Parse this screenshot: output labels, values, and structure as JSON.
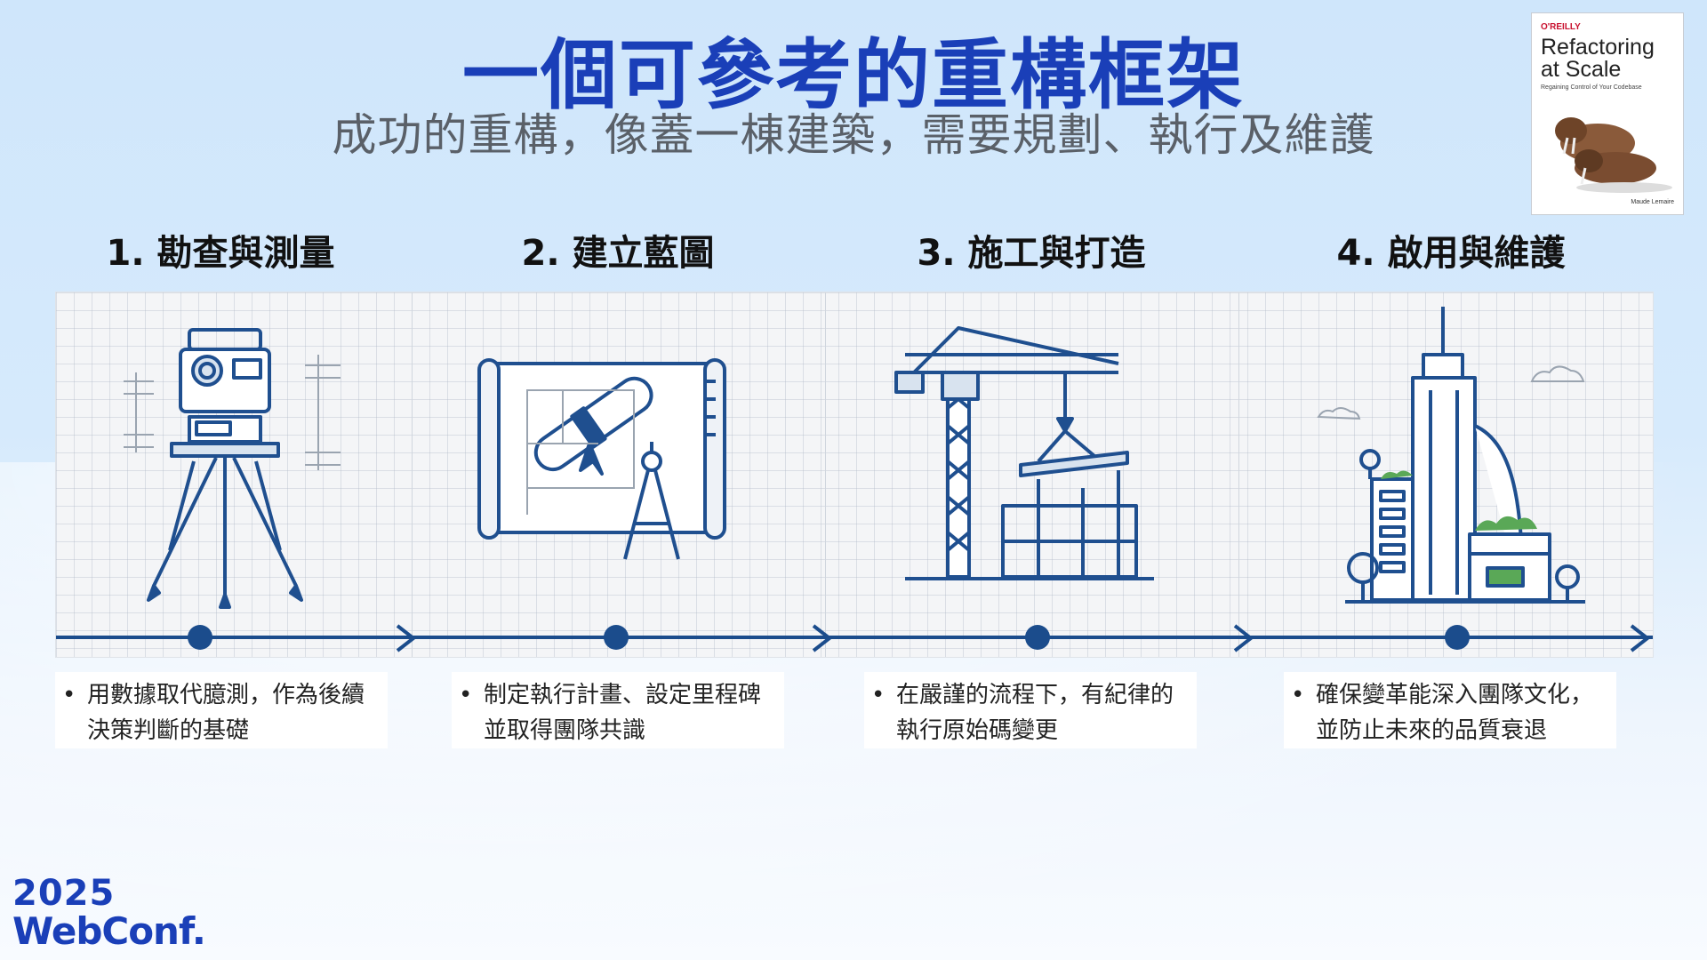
{
  "title": "一個可參考的重構框架",
  "subtitle": "成功的重構，像蓋一棟建築，需要規劃、執行及維護",
  "book": {
    "publisher": "O'REILLY",
    "title_line1": "Refactoring",
    "title_line2": "at Scale",
    "subtitle": "Regaining Control of Your Codebase",
    "author": "Maude Lemaire"
  },
  "steps": [
    {
      "heading": "1. 勘查與測量",
      "line1": "用數據取代臆測，作為後續",
      "line2": "決策判斷的基礎",
      "icon": "surveying-tripod-icon"
    },
    {
      "heading": "2. 建立藍圖",
      "line1": "制定執行計畫、設定里程碑",
      "line2": "並取得團隊共識",
      "icon": "blueprint-compass-icon"
    },
    {
      "heading": "3. 施工與打造",
      "line1": "在嚴謹的流程下，有紀律的",
      "line2": "執行原始碼變更",
      "icon": "construction-crane-icon"
    },
    {
      "heading": "4. 啟用與維護",
      "line1": "確保變革能深入團隊文化，",
      "line2": "並防止未來的品質衰退",
      "icon": "city-buildings-icon"
    }
  ],
  "bullet": "•",
  "logo": {
    "year": "2025",
    "name": "WebConf."
  },
  "colors": {
    "title": "#1a3fb8",
    "timeline": "#1b4c8c",
    "illustration": "#1f4f8f",
    "accent_green": "#5aa857"
  }
}
